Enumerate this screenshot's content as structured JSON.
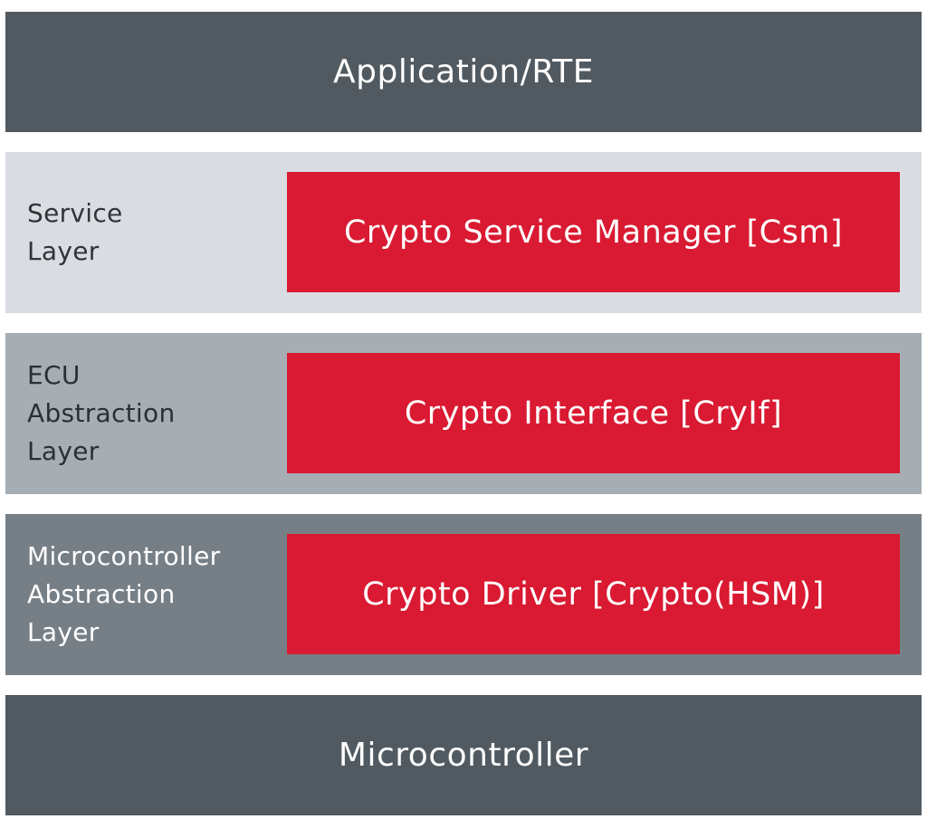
{
  "colors": {
    "dark_band": "#515a60",
    "service_band": "#d9dde2",
    "ecu_band": "#a6aeb4",
    "mcal_band": "#777f86",
    "module_red": "#d91a32",
    "white_text": "#ffffff"
  },
  "top_layer": {
    "label": "Application/RTE"
  },
  "layers": [
    {
      "label_lines": [
        "Service",
        "Layer"
      ],
      "module": "Crypto Service Manager [Csm]"
    },
    {
      "label_lines": [
        "ECU",
        "Abstraction",
        "Layer"
      ],
      "module": "Crypto Interface [CryIf]"
    },
    {
      "label_lines": [
        "Microcontroller",
        "Abstraction",
        "Layer"
      ],
      "module": "Crypto Driver [Crypto(HSM)]"
    }
  ],
  "bottom_layer": {
    "label": "Microcontroller"
  }
}
